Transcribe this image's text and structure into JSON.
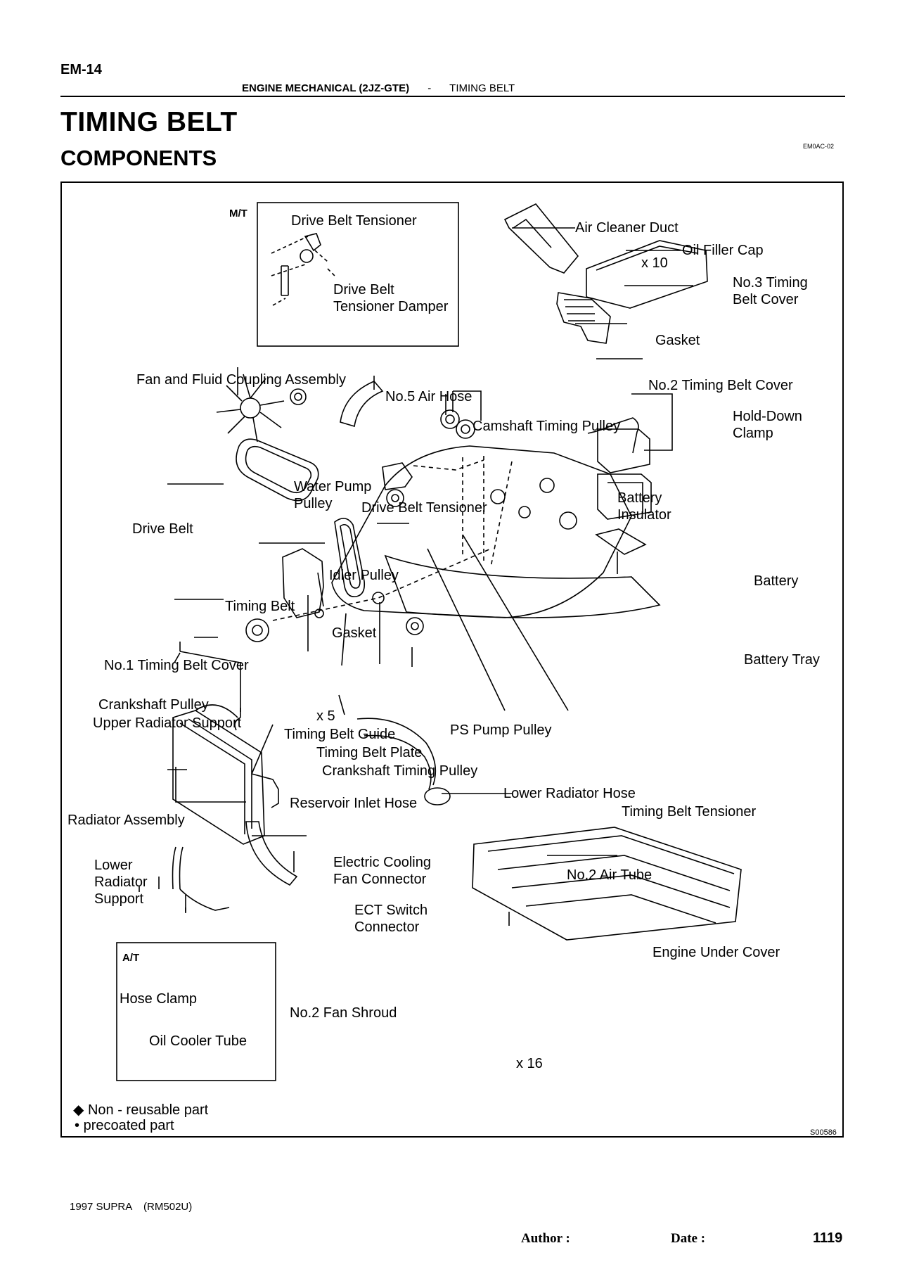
{
  "header": {
    "page_code": "EM-14",
    "section": "ENGINE MECHANICAL (2JZ-GTE)",
    "separator": "-",
    "topic": "TIMING BELT"
  },
  "title": "TIMING BELT",
  "subtitle": "COMPONENTS",
  "ref_code": "EM0AC-02",
  "diagram": {
    "code": "S00586",
    "box_mt": "M/T",
    "box_at": "A/T",
    "labels": {
      "drive_belt_tensioner_mt": "Drive Belt Tensioner",
      "drive_belt_tensioner_damper_1": "Drive Belt",
      "drive_belt_tensioner_damper_2": "Tensioner Damper",
      "air_cleaner_duct": "Air Cleaner Duct",
      "oil_filler_cap": "Oil Filler Cap",
      "x10": "x 10",
      "no3_timing_belt_cover_1": "No.3 Timing",
      "no3_timing_belt_cover_2": "Belt Cover",
      "gasket_top": "Gasket",
      "fan_fluid_coupling": "Fan and Fluid Coupling Assembly",
      "no5_air_hose": "No.5 Air Hose",
      "no2_timing_belt_cover": "No.2 Timing Belt Cover",
      "hold_down_clamp_1": "Hold-Down",
      "hold_down_clamp_2": "Clamp",
      "camshaft_timing_pulley": "Camshaft Timing Pulley",
      "water_pump_pulley_1": "Water Pump",
      "water_pump_pulley_2": "Pulley",
      "drive_belt_tensioner": "Drive Belt Tensioner",
      "battery_insulator_1": "Battery",
      "battery_insulator_2": "Insulator",
      "drive_belt": "Drive Belt",
      "idler_pulley": "Idler Pulley",
      "battery": "Battery",
      "timing_belt": "Timing Belt",
      "gasket_mid": "Gasket",
      "no1_timing_belt_cover": "No.1 Timing Belt Cover",
      "battery_tray": "Battery Tray",
      "crankshaft_pulley": "Crankshaft Pulley",
      "x5": "x 5",
      "upper_radiator_support": "Upper Radiator Support",
      "timing_belt_guide": "Timing Belt Guide",
      "ps_pump_pulley": "PS Pump Pulley",
      "timing_belt_plate": "Timing Belt Plate",
      "crankshaft_timing_pulley": "Crankshaft Timing Pulley",
      "lower_radiator_hose": "Lower Radiator Hose",
      "reservoir_inlet_hose": "Reservoir Inlet Hose",
      "timing_belt_tensioner": "Timing Belt Tensioner",
      "radiator_assembly": "Radiator Assembly",
      "electric_cooling_fan_connector_1": "Electric Cooling",
      "electric_cooling_fan_connector_2": "Fan Connector",
      "lower_radiator_support_1": "Lower",
      "lower_radiator_support_2": "Radiator",
      "lower_radiator_support_3": "Support",
      "no2_air_tube": "No.2 Air Tube",
      "ect_switch_connector_1": "ECT  Switch",
      "ect_switch_connector_2": "Connector",
      "engine_under_cover": "Engine Under Cover",
      "hose_clamp": "Hose Clamp",
      "no2_fan_shroud": "No.2 Fan Shroud",
      "oil_cooler_tube": "Oil Cooler Tube",
      "x16": "x 16"
    },
    "legend": {
      "non_reusable_symbol": "◆",
      "non_reusable": "Non - reusable part",
      "precoated_symbol": "•",
      "precoated": "precoated part"
    }
  },
  "footer": {
    "model": "1997 SUPRA    (RM502U)",
    "author_label": "Author :",
    "date_label": "Date :",
    "page_number": "1119"
  }
}
